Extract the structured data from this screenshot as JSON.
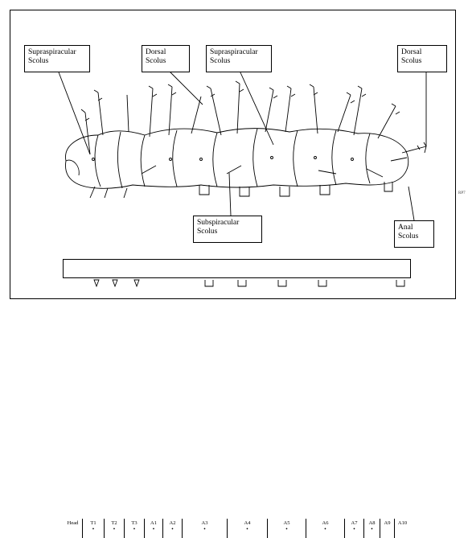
{
  "labels": {
    "supraspiracular_left": [
      "Supraspiracular",
      "Scolus"
    ],
    "dorsal_mid": [
      "Dorsal",
      "Scolus"
    ],
    "supraspiracular_mid": [
      "Supraspiracular",
      "Scolus"
    ],
    "dorsal_right": [
      "Dorsal",
      "Scolus"
    ],
    "subspiracular": [
      "Subspiracular",
      "Scolus"
    ],
    "anal": [
      "Anal",
      "Scolus"
    ]
  },
  "segments": [
    {
      "name": "Head",
      "dot": ""
    },
    {
      "name": "T1",
      "dot": "•"
    },
    {
      "name": "T2",
      "dot": "•"
    },
    {
      "name": "T3",
      "dot": "•"
    },
    {
      "name": "A1",
      "dot": "•"
    },
    {
      "name": "A2",
      "dot": "•"
    },
    {
      "name": "A3",
      "dot": "•"
    },
    {
      "name": "A4",
      "dot": "•"
    },
    {
      "name": "A5",
      "dot": "•"
    },
    {
      "name": "A6",
      "dot": "•"
    },
    {
      "name": "A7",
      "dot": "•"
    },
    {
      "name": "A8",
      "dot": "•"
    },
    {
      "name": "A9",
      "dot": ""
    },
    {
      "name": "A10",
      "dot": ""
    }
  ],
  "side_note": "RP7"
}
